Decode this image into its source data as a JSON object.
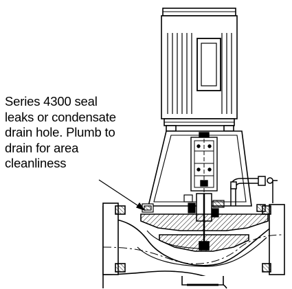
{
  "callout": {
    "lines": [
      "Series 4300 seal",
      "leaks or condensate",
      "drain hole. Plumb to",
      "drain for area",
      "cleanliness"
    ]
  },
  "colors": {
    "ink": "#000000",
    "paper": "#ffffff",
    "hatch": "#000000"
  }
}
